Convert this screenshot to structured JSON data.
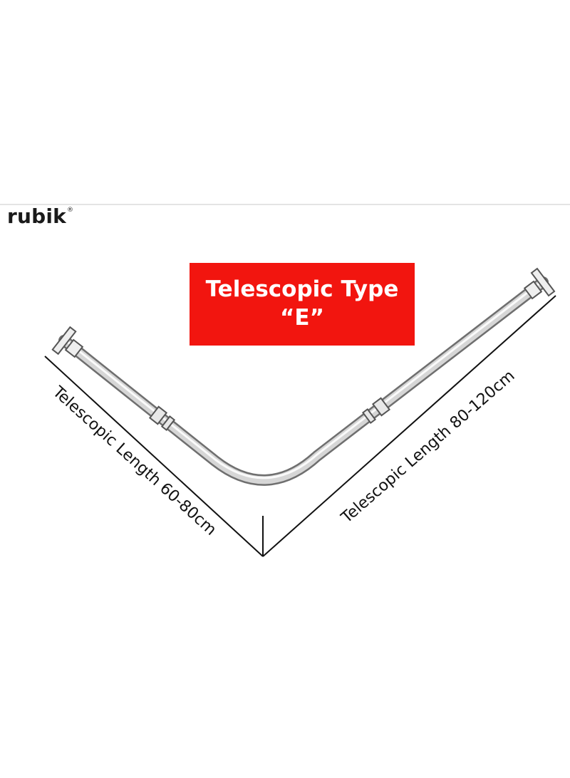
{
  "brand": {
    "name": "rubik",
    "registered_mark": "®"
  },
  "type_box": {
    "line1": "Telescopic Type",
    "line2": "“E”",
    "color": "#f2150f"
  },
  "dimensions": {
    "left_label": "Telescopic Length 60-80cm",
    "right_label": "Telescopic Length 80-120cm"
  },
  "icons": [
    "l-shaped-shower-rod-icon"
  ]
}
